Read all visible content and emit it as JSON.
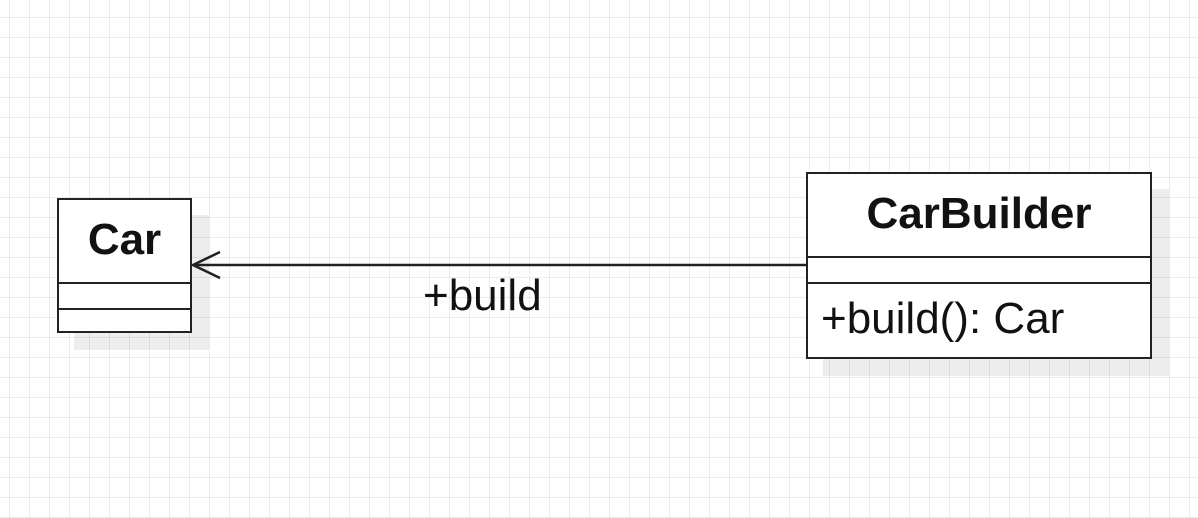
{
  "diagram": {
    "classes": [
      {
        "id": "car",
        "name": "Car",
        "attributes": [],
        "operations": []
      },
      {
        "id": "carbuilder",
        "name": "CarBuilder",
        "attributes": [],
        "operations": [
          "+build(): Car"
        ]
      }
    ],
    "associations": [
      {
        "from": "CarBuilder",
        "to": "Car",
        "label": "+build",
        "arrowhead": "open",
        "navigable_end": "Car"
      }
    ]
  },
  "colors": {
    "background": "#ffffff",
    "grid": "#ececec",
    "line": "#222222",
    "shadow": "#ededed"
  }
}
